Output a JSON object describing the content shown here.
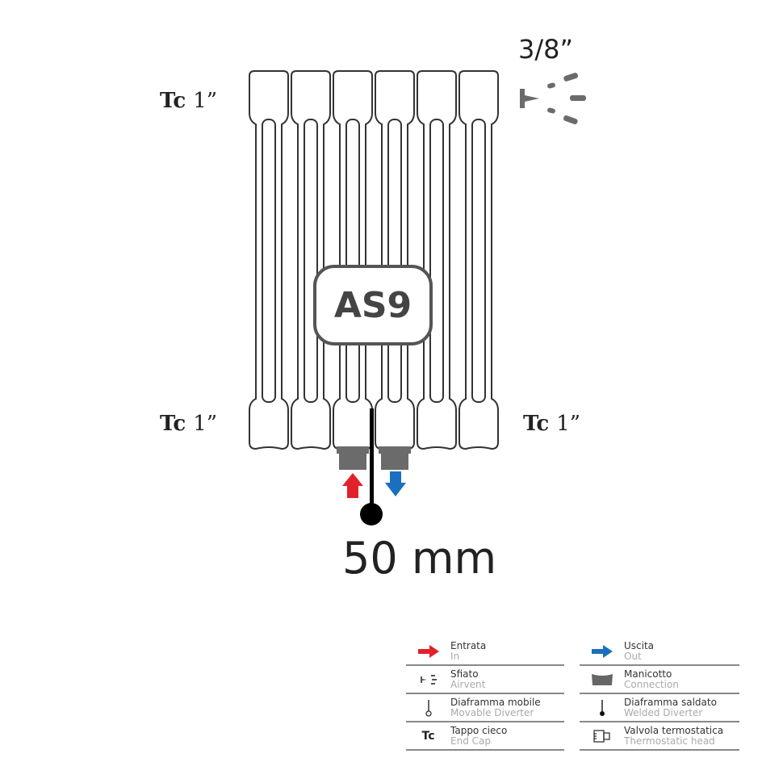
{
  "labels": {
    "tc_top_left": {
      "prefix": "Tc",
      "size": "1”"
    },
    "tc_bottom_left": {
      "prefix": "Tc",
      "size": "1”"
    },
    "tc_bottom_right": {
      "prefix": "Tc",
      "size": "1”"
    },
    "airvent_size": "3/8”",
    "model": "AS9",
    "distance": "50 mm"
  },
  "colors": {
    "inlet": "#e3212b",
    "outlet": "#1a6fc0",
    "connection": "#6b6b6b"
  },
  "legend": {
    "left": [
      {
        "icon": "red-arrow-icon",
        "it": "Entrata",
        "en": "In"
      },
      {
        "icon": "airvent-icon",
        "it": "Sfiato",
        "en": "Airvent"
      },
      {
        "icon": "movable-diverter-icon",
        "it": "Diaframma mobile",
        "en": "Movable Diverter"
      },
      {
        "icon": "end-cap-icon",
        "icon_text": "Tc",
        "it": "Tappo cieco",
        "en": "End Cap"
      }
    ],
    "right": [
      {
        "icon": "blue-arrow-icon",
        "it": "Uscita",
        "en": "Out"
      },
      {
        "icon": "connection-icon",
        "it": "Manicotto",
        "en": "Connection"
      },
      {
        "icon": "welded-diverter-icon",
        "it": "Diaframma saldato",
        "en": "Welded Diverter"
      },
      {
        "icon": "thermostatic-head-icon",
        "it": "Valvola termostatica",
        "en": "Thermostatic head"
      }
    ]
  }
}
